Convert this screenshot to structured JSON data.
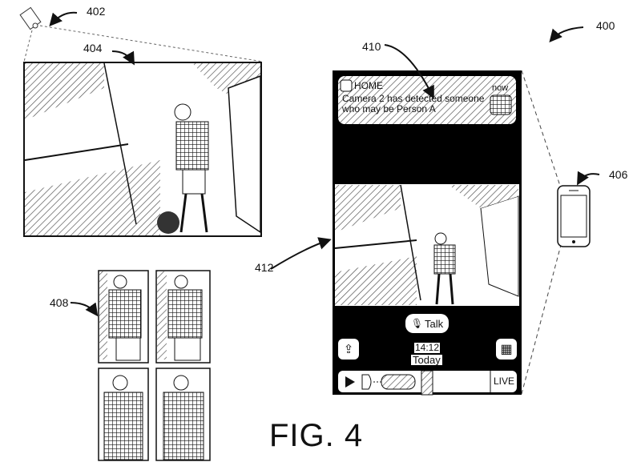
{
  "figure": {
    "title": "FIG. 4"
  },
  "reference_labels": {
    "system": "400",
    "camera": "402",
    "captured_image": "404",
    "device": "406",
    "thumbnails": "408",
    "notification": "410",
    "app_screen": "412"
  },
  "notification": {
    "app": "HOME",
    "time": "now",
    "message_line1": "Camera 2 has detected someone",
    "message_line2": "who may be Person A"
  },
  "controls": {
    "talk_label": "Talk",
    "time": "14:12",
    "day": "Today",
    "live_label": "LIVE"
  },
  "icons": [
    "camera-icon",
    "home-icon",
    "microphone-icon",
    "share-icon",
    "grid-icon",
    "play-icon",
    "smartphone-icon"
  ]
}
